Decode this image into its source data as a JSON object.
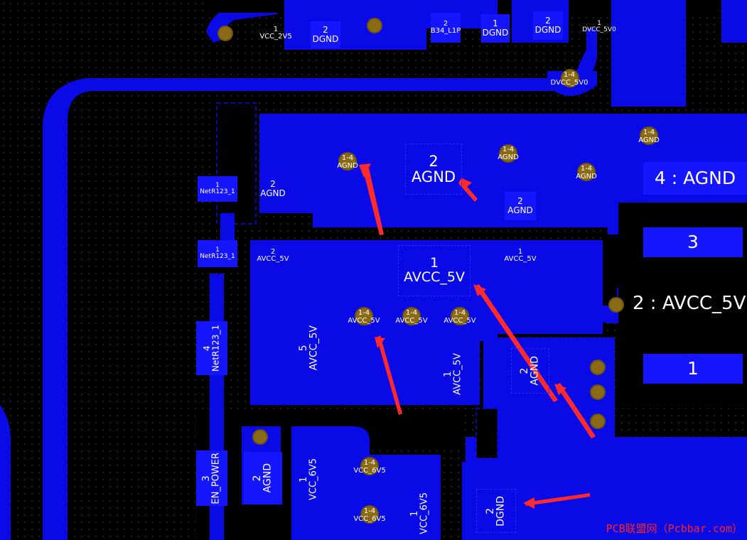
{
  "board": {
    "background": "#000000",
    "copper": "#0a0ae6",
    "pad_color": "#1515ff",
    "via_color": "#8a6a14",
    "arrow_color": "#ff2a2a"
  },
  "pads": {
    "vcc2v5": {
      "num": "1",
      "net": "VCC_2V5"
    },
    "dgnd_top1": {
      "num": "2",
      "net": "DGND"
    },
    "b34": {
      "num": "2",
      "net": "B34_L1P"
    },
    "dgnd_top2": {
      "num": "1",
      "net": "DGND"
    },
    "dgnd_top3": {
      "num": "2",
      "net": "DGND"
    },
    "dvcc5v0": {
      "num": "1",
      "net": "DVCC_5V0"
    },
    "netr123_a": {
      "num": "1",
      "net": "NetR123_1"
    },
    "agnd_small_left": {
      "num": "2",
      "net": "AGND"
    },
    "netr123_b": {
      "num": "1",
      "net": "NetR123_1"
    },
    "avcc_small_left": {
      "num": "2",
      "net": "AVCC_5V"
    },
    "agnd_big": {
      "num": "2",
      "net": "AGND"
    },
    "agnd_small_right": {
      "num": "2",
      "net": "AGND"
    },
    "avcc_big": {
      "num": "1",
      "net": "AVCC_5V"
    },
    "avcc_small_right": {
      "num": "1",
      "net": "AVCC_5V"
    },
    "netr123_v": {
      "num": "4",
      "net": "NetR123_1"
    },
    "avcc_v5": {
      "num": "5",
      "net": "AVCC_5V"
    },
    "avcc_v1": {
      "num": "1",
      "net": "AVCC_5V"
    },
    "agnd_v2": {
      "num": "2",
      "net": "AGND"
    },
    "en_power": {
      "num": "3",
      "net": "EN_POWER"
    },
    "agnd_v_bottom": {
      "num": "2",
      "net": "AGND"
    },
    "vcc6v5_a": {
      "num": "1",
      "net": "VCC_6V5"
    },
    "vcc6v5_b": {
      "num": "1",
      "net": "VCC_6V5"
    },
    "dgnd_bottom": {
      "num": "2",
      "net": "DGND"
    }
  },
  "vias": {
    "dvcc": {
      "num": "1-4",
      "net": "DVCC_5V0"
    },
    "agnd1": {
      "num": "1-4",
      "net": "AGND"
    },
    "agnd2": {
      "num": "1-4",
      "net": "AGND"
    },
    "agnd3": {
      "num": "1-4",
      "net": "AGND"
    },
    "agnd4": {
      "num": "1-4",
      "net": "AGND"
    },
    "avcc1": {
      "num": "1-4",
      "net": "AVCC_5V"
    },
    "avcc2": {
      "num": "1-4",
      "net": "AVCC_5V"
    },
    "avcc3": {
      "num": "1-4",
      "net": "AVCC_5V"
    },
    "vcc6v5_1": {
      "num": "1-4",
      "net": "VCC_6V5"
    },
    "vcc6v5_2": {
      "num": "1-4",
      "net": "VCC_6V5"
    }
  },
  "connector": {
    "pin4": "4 : AGND",
    "pin3": "3",
    "pin2": "2 : AVCC_5V",
    "pin1": "1"
  },
  "watermark": "PCB联盟网（Pcbbar.com）"
}
